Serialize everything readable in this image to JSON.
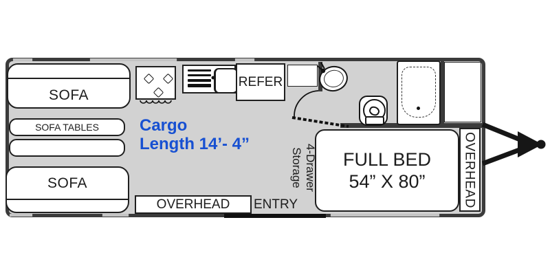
{
  "colors": {
    "floor_gray": "#d2d2d2",
    "wall_dark": "#3b3b3b",
    "window_gray": "#c3c3c3",
    "line_black": "#161616",
    "accent_blue": "#1750d2",
    "furniture_white": "#ffffff"
  },
  "floorplan": {
    "left_section": {
      "sofa_top": "SOFA",
      "sofa_tables": "SOFA TABLES",
      "sofa_bottom": "SOFA"
    },
    "kitchen": {
      "refrigerator": "REFER"
    },
    "cargo": {
      "line1": "Cargo",
      "line2": "Length 14’- 4”"
    },
    "storage": {
      "line1": "4-Drawer",
      "line2": "Storage"
    },
    "bed": {
      "line1": "FULL BED",
      "line2": "54” X 80”"
    },
    "overhead_bottom": "OVERHEAD",
    "overhead_right": "OVERHEAD",
    "entry": "ENTRY",
    "fixtures": [
      "cooktop-icon",
      "kitchen-sink-icon",
      "bathroom-sink-icon",
      "toilet-icon",
      "tub-shower-icon",
      "pantry-cabinet",
      "wardrobe-cabinet",
      "entry-door",
      "trailer-hitch-icon"
    ]
  }
}
